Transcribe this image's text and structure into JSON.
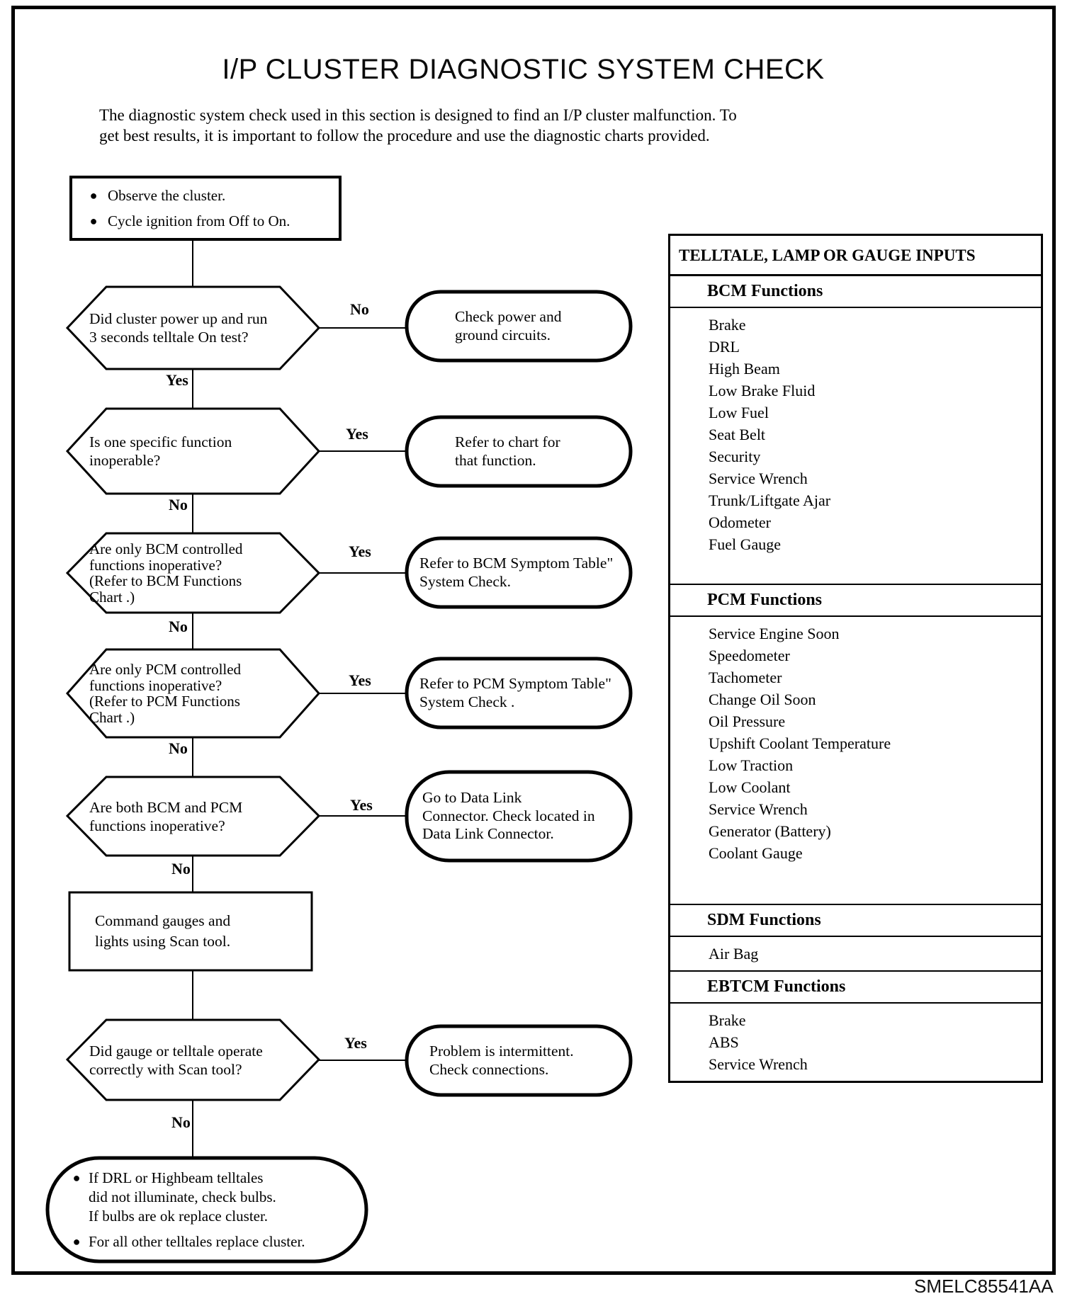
{
  "page": {
    "title": "I/P CLUSTER DIAGNOSTIC SYSTEM CHECK",
    "intro": "The diagnostic system check used in this section is designed to find an I/P cluster malfunction. To\nget best results, it is important to follow the procedure and use the diagnostic charts provided.",
    "figure_code": "SMELC85541AA"
  },
  "flow": {
    "start": {
      "bullets": [
        "Observe the cluster.",
        "Cycle ignition from Off to On."
      ]
    },
    "rows": [
      {
        "question": "Did cluster power up and run\n3 seconds telltale On test?",
        "side_label": "No",
        "down_label": "Yes",
        "action": "Check power and\nground circuits."
      },
      {
        "question": "Is one specific function\ninoperable?",
        "side_label": "Yes",
        "down_label": "No",
        "action": "Refer to chart for\nthat function."
      },
      {
        "question": "Are only BCM controlled\nfunctions inoperative?\n(Refer to BCM Functions\nChart .)",
        "side_label": "Yes",
        "down_label": "No",
        "action": "Refer to BCM Symptom Table\"\nSystem Check."
      },
      {
        "question": "Are only PCM controlled\nfunctions inoperative?\n(Refer to PCM Functions\nChart .)",
        "side_label": "Yes",
        "down_label": "No",
        "action": "Refer to PCM Symptom Table\"\nSystem Check ."
      },
      {
        "question": "Are both BCM and PCM\nfunctions inoperative?",
        "side_label": "Yes",
        "down_label": "No",
        "action": "Go to Data Link\nConnector. Check located in\nData Link Connector."
      },
      {
        "question": "Did gauge or telltale operate\ncorrectly with Scan tool?",
        "side_label": "Yes",
        "down_label": "No",
        "action": "Problem is intermittent.\nCheck connections."
      }
    ],
    "command_box": "Command gauges and\nlights using Scan tool.",
    "terminal": {
      "bullets": [
        "If DRL or Highbeam telltales\ndid not illuminate, check bulbs.\nIf bulbs are ok replace cluster.",
        "For all other telltales replace cluster."
      ]
    }
  },
  "panel": {
    "title": "TELLTALE, LAMP OR GAUGE INPUTS",
    "sections": [
      {
        "heading": "BCM Functions",
        "items": [
          "Brake",
          "DRL",
          "High Beam",
          "Low Brake Fluid",
          "Low Fuel",
          "Seat Belt",
          "Security",
          "Service Wrench",
          "Trunk/Liftgate Ajar",
          "Odometer",
          "Fuel Gauge"
        ]
      },
      {
        "heading": "PCM Functions",
        "items": [
          "Service Engine Soon",
          "Speedometer",
          "Tachometer",
          "Change Oil Soon",
          "Oil Pressure",
          "Upshift Coolant Temperature",
          "Low Traction",
          "Low Coolant",
          "Service Wrench",
          "Generator (Battery)",
          "Coolant Gauge"
        ]
      },
      {
        "heading": "SDM Functions",
        "items": [
          "Air Bag"
        ]
      },
      {
        "heading": "EBTCM Functions",
        "items": [
          "Brake",
          "ABS",
          "Service Wrench"
        ]
      }
    ]
  }
}
